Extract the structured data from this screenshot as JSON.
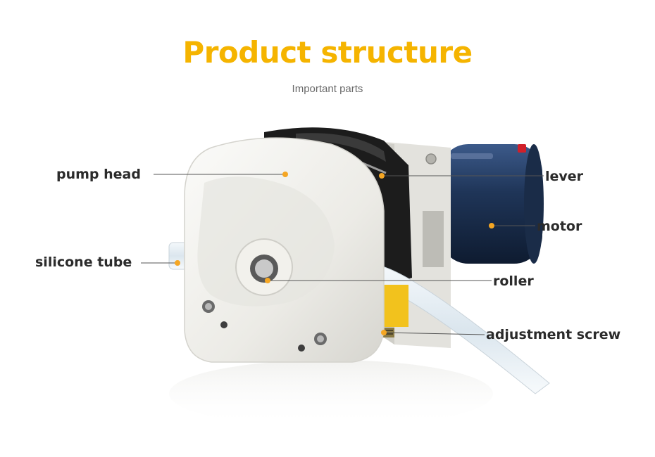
{
  "header": {
    "title": "Product structure",
    "subtitle": "Important parts"
  },
  "callouts": {
    "pump_head": "pump head",
    "silicone_tube": "silicone tube",
    "lever": "lever",
    "motor": "motor",
    "roller": "roller",
    "adjustment_screw": "adjustment screw"
  },
  "colors": {
    "title": "#f5b400",
    "marker": "#f5a623",
    "label": "#2b2b2b",
    "leader_line": "#555555"
  },
  "icons": [
    "pump-illustration",
    "callout-marker-dot"
  ]
}
